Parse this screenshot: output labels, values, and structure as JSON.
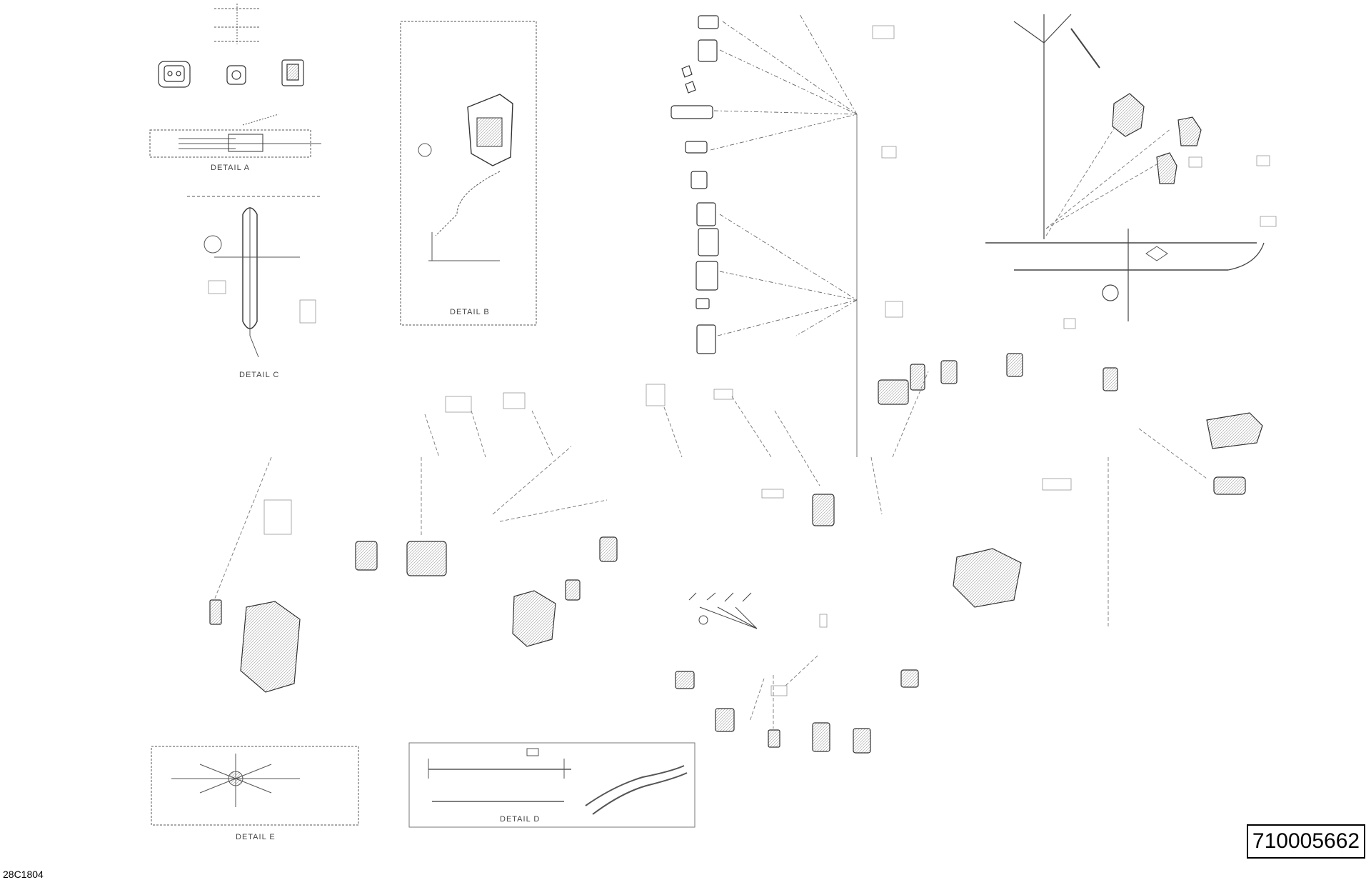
{
  "diagram": {
    "part_number": "710005662",
    "drawing_code": "28C1804",
    "detail_labels": {
      "detail_a": "DETAIL A",
      "detail_b": "DETAIL B",
      "detail_c": "DETAIL C",
      "detail_d": "DETAIL D",
      "detail_e": "DETAIL E"
    }
  },
  "colors": {
    "line": "#555555",
    "dash": "#888888",
    "part": "#333333"
  }
}
